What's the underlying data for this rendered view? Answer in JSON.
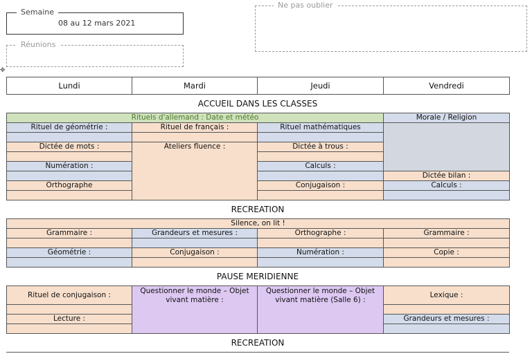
{
  "header": {
    "semaine_label": "Semaine",
    "semaine_value": "08 au 12 mars 2021",
    "reunions_label": "Réunions",
    "oublier_label": "Ne pas oublier"
  },
  "days": [
    "Lundi",
    "Mardi",
    "Jeudi",
    "Vendredi"
  ],
  "sections": {
    "accueil": "ACCUEIL DANS LES CLASSES",
    "recre1": "RECREATION",
    "pause": "PAUSE MERIDIENNE",
    "recre2": "RECREATION"
  },
  "block1": {
    "rituels_allemand": "Rituels d'allemand : Date et météo",
    "morale": "Morale / Religion",
    "rituel_geometrie": "Rituel de géométrie :",
    "rituel_francais": "Rituel de français :",
    "rituel_math": "Rituel mathématiques",
    "dictee_mots": "Dictée de mots :",
    "ateliers_fluence": "Ateliers fluence :",
    "dictee_trous": "Dictée à trous :",
    "numeration": "Numération :",
    "calculs_jeudi": "Calculs :",
    "dictee_bilan": "Dictée bilan :",
    "orthographe": "Orthographe",
    "conjugaison": "Conjugaison :",
    "calculs_vendredi": "Calculs :"
  },
  "block2": {
    "silence": "Silence, on lit !",
    "grammaire_lundi": "Grammaire :",
    "grandeurs": "Grandeurs et mesures :",
    "orthographe": "Orthographe :",
    "grammaire_vendredi": "Grammaire :",
    "geometrie": "Géométrie :",
    "conjugaison": "Conjugaison :",
    "numeration": "Numération :",
    "copie": "Copie :"
  },
  "block3": {
    "rituel_conjugaison": "Rituel de conjugaison :",
    "questionner_mardi": "Questionner le monde – Objet vivant matière :",
    "questionner_jeudi": "Questionner le monde – Objet vivant matière (Salle 6) :",
    "lexique": "Lexique :",
    "lecture": "Lecture :",
    "grandeurs": "Grandeurs et mesures :"
  },
  "colors": {
    "blue": "#d4dceb",
    "orange": "#f7dfcc",
    "green": "#cfe2bc",
    "purple": "#ddc8f2",
    "gray": "#d3d8e0"
  }
}
